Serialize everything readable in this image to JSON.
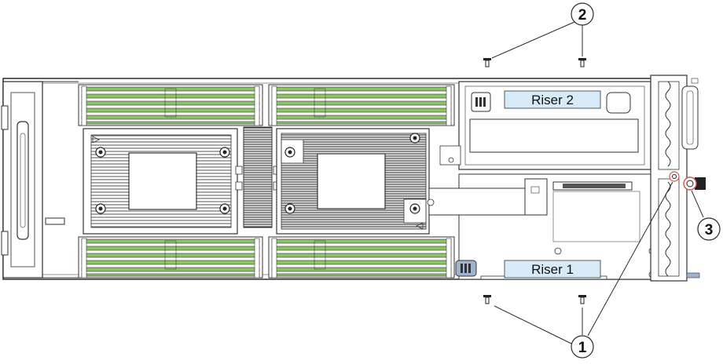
{
  "labels": {
    "riser_2": "Riser 2",
    "riser_1": "Riser 1",
    "figure_id": "306497"
  },
  "callouts": [
    {
      "number": "1"
    },
    {
      "number": "2"
    },
    {
      "number": "3"
    }
  ],
  "colors": {
    "dimm_green": "#8dc466",
    "riser_label_fill": "#d7eaf7",
    "line": "#2b2b2b",
    "highlight_red": "#d9534f",
    "latch_blue": "#9fb3cf"
  }
}
